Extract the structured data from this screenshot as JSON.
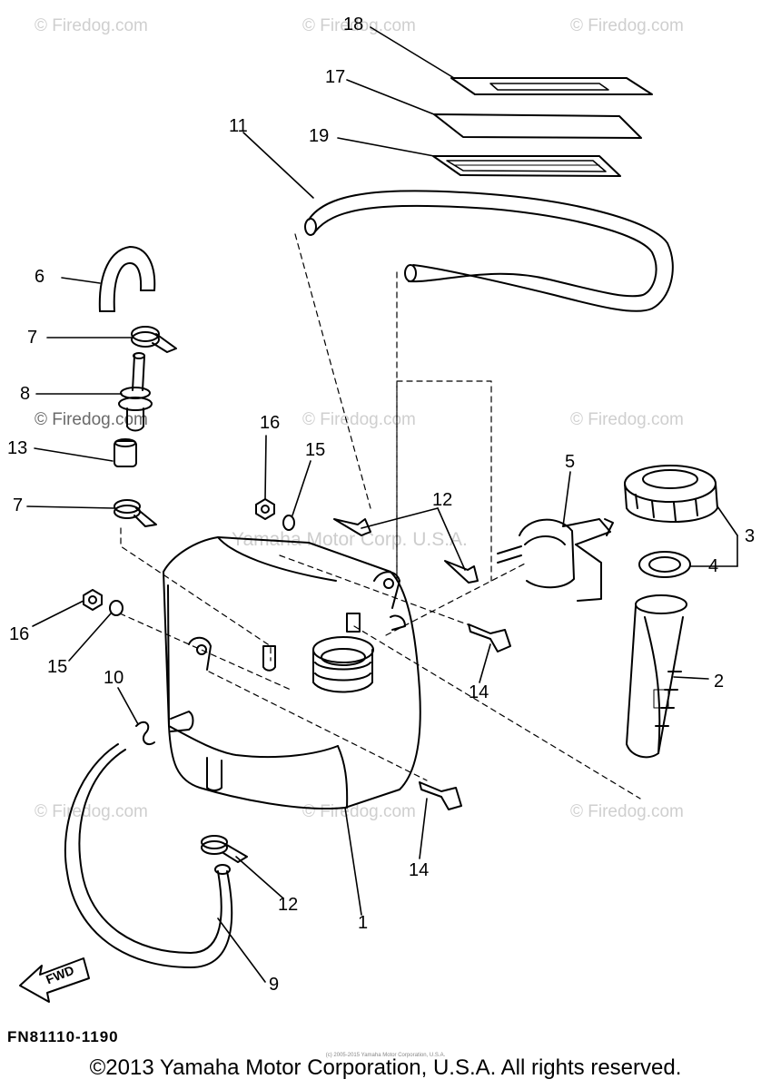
{
  "watermarks": {
    "top_left": "© Firedog.com",
    "top_mid": "© Firedog.com",
    "top_right": "© Firedog.com",
    "middle_left": "© Firedog.com",
    "middle_mid": "© Firedog.com",
    "middle_right": "© Firedog.com",
    "lower_left": "© Firedog.com",
    "lower_mid": "© Firedog.com",
    "lower_right": "© Firedog.com",
    "center_brand": "Yamaha Motor Corp. U.S.A."
  },
  "callouts": {
    "c1": "1",
    "c2": "2",
    "c3": "3",
    "c4": "4",
    "c5": "5",
    "c6": "6",
    "c7a": "7",
    "c7b": "7",
    "c8": "8",
    "c9": "9",
    "c10": "10",
    "c11": "11",
    "c12a": "12",
    "c12b": "12",
    "c13": "13",
    "c14a": "14",
    "c14b": "14",
    "c15a": "15",
    "c15b": "15",
    "c16a": "16",
    "c16b": "16",
    "c17": "17",
    "c18": "18",
    "c19": "19"
  },
  "fwd_label": "FWD",
  "diagram_code": "FN81110-1190",
  "tiny_copyright": "(c) 2005-2015 Yamaha Motor Corporation, U.S.A.",
  "footer": "©2013 Yamaha Motor Corporation, U.S.A. All rights reserved."
}
